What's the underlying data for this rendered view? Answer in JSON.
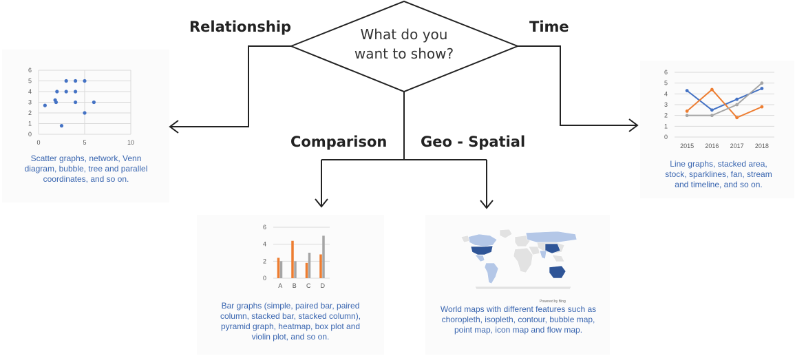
{
  "question": {
    "line1": "What do you",
    "line2": "want to show?"
  },
  "branches": {
    "relationship": "Relationship",
    "time": "Time",
    "comparison": "Comparison",
    "geo": "Geo - Spatial"
  },
  "captions": {
    "scatter": [
      "Scatter graphs, network, Venn",
      "diagram, bubble, tree and parallel",
      "coordinates, and so on."
    ],
    "line": [
      "Line graphs, stacked area,",
      "stock, sparklines, fan, stream",
      "and timeline, and so on."
    ],
    "bar": [
      "Bar graphs (simple, paired bar, paired",
      "column, stacked bar, stacked column),",
      "pyramid graph, heatmap, box plot and",
      "violin plot, and so on."
    ],
    "map": [
      "World maps with different features such as",
      "choropleth, isopleth, contour, bubble map,",
      "point map, icon map and flow map."
    ]
  },
  "map_credit": "Powered by Bing",
  "colors": {
    "blue": "#4472c4",
    "orange": "#ed7d31",
    "gray": "#a5a5a5",
    "caption": "#3a66b0",
    "map_dark": "#2f5597",
    "map_light": "#b4c7e7"
  },
  "chart_data": [
    {
      "type": "scatter",
      "xlim": [
        0,
        10
      ],
      "ylim": [
        0,
        6
      ],
      "xticks": [
        0,
        5,
        10
      ],
      "yticks": [
        0,
        1,
        2,
        3,
        4,
        5,
        6
      ],
      "grid": true,
      "points": [
        [
          0.7,
          2.7
        ],
        [
          1.8,
          3.2
        ],
        [
          1.9,
          3.0
        ],
        [
          2.0,
          4.0
        ],
        [
          2.5,
          0.8
        ],
        [
          3.0,
          4.0
        ],
        [
          3.0,
          5.0
        ],
        [
          4.0,
          3.0
        ],
        [
          4.0,
          4.0
        ],
        [
          4.0,
          5.0
        ],
        [
          5.0,
          2.0
        ],
        [
          5.0,
          5.0
        ],
        [
          6.0,
          3.0
        ]
      ]
    },
    {
      "type": "line",
      "categories": [
        "2015",
        "2016",
        "2017",
        "2018"
      ],
      "ylim": [
        0,
        6
      ],
      "yticks": [
        0,
        1,
        2,
        3,
        4,
        5,
        6
      ],
      "grid": true,
      "series": [
        {
          "values": [
            4.3,
            2.5,
            3.5,
            4.5
          ],
          "color": "#4472c4"
        },
        {
          "values": [
            2.4,
            4.4,
            1.8,
            2.8
          ],
          "color": "#ed7d31"
        },
        {
          "values": [
            2.0,
            2.0,
            3.0,
            5.0
          ],
          "color": "#a5a5a5"
        }
      ]
    },
    {
      "type": "bar",
      "categories": [
        "A",
        "B",
        "C",
        "D"
      ],
      "ylim": [
        0,
        6
      ],
      "yticks": [
        0,
        2,
        4,
        6
      ],
      "grid": true,
      "series": [
        {
          "values": [
            2.4,
            4.4,
            1.8,
            2.8
          ],
          "color": "#ed7d31"
        },
        {
          "values": [
            2.0,
            2.0,
            3.0,
            5.0
          ],
          "color": "#a5a5a5"
        }
      ]
    }
  ]
}
